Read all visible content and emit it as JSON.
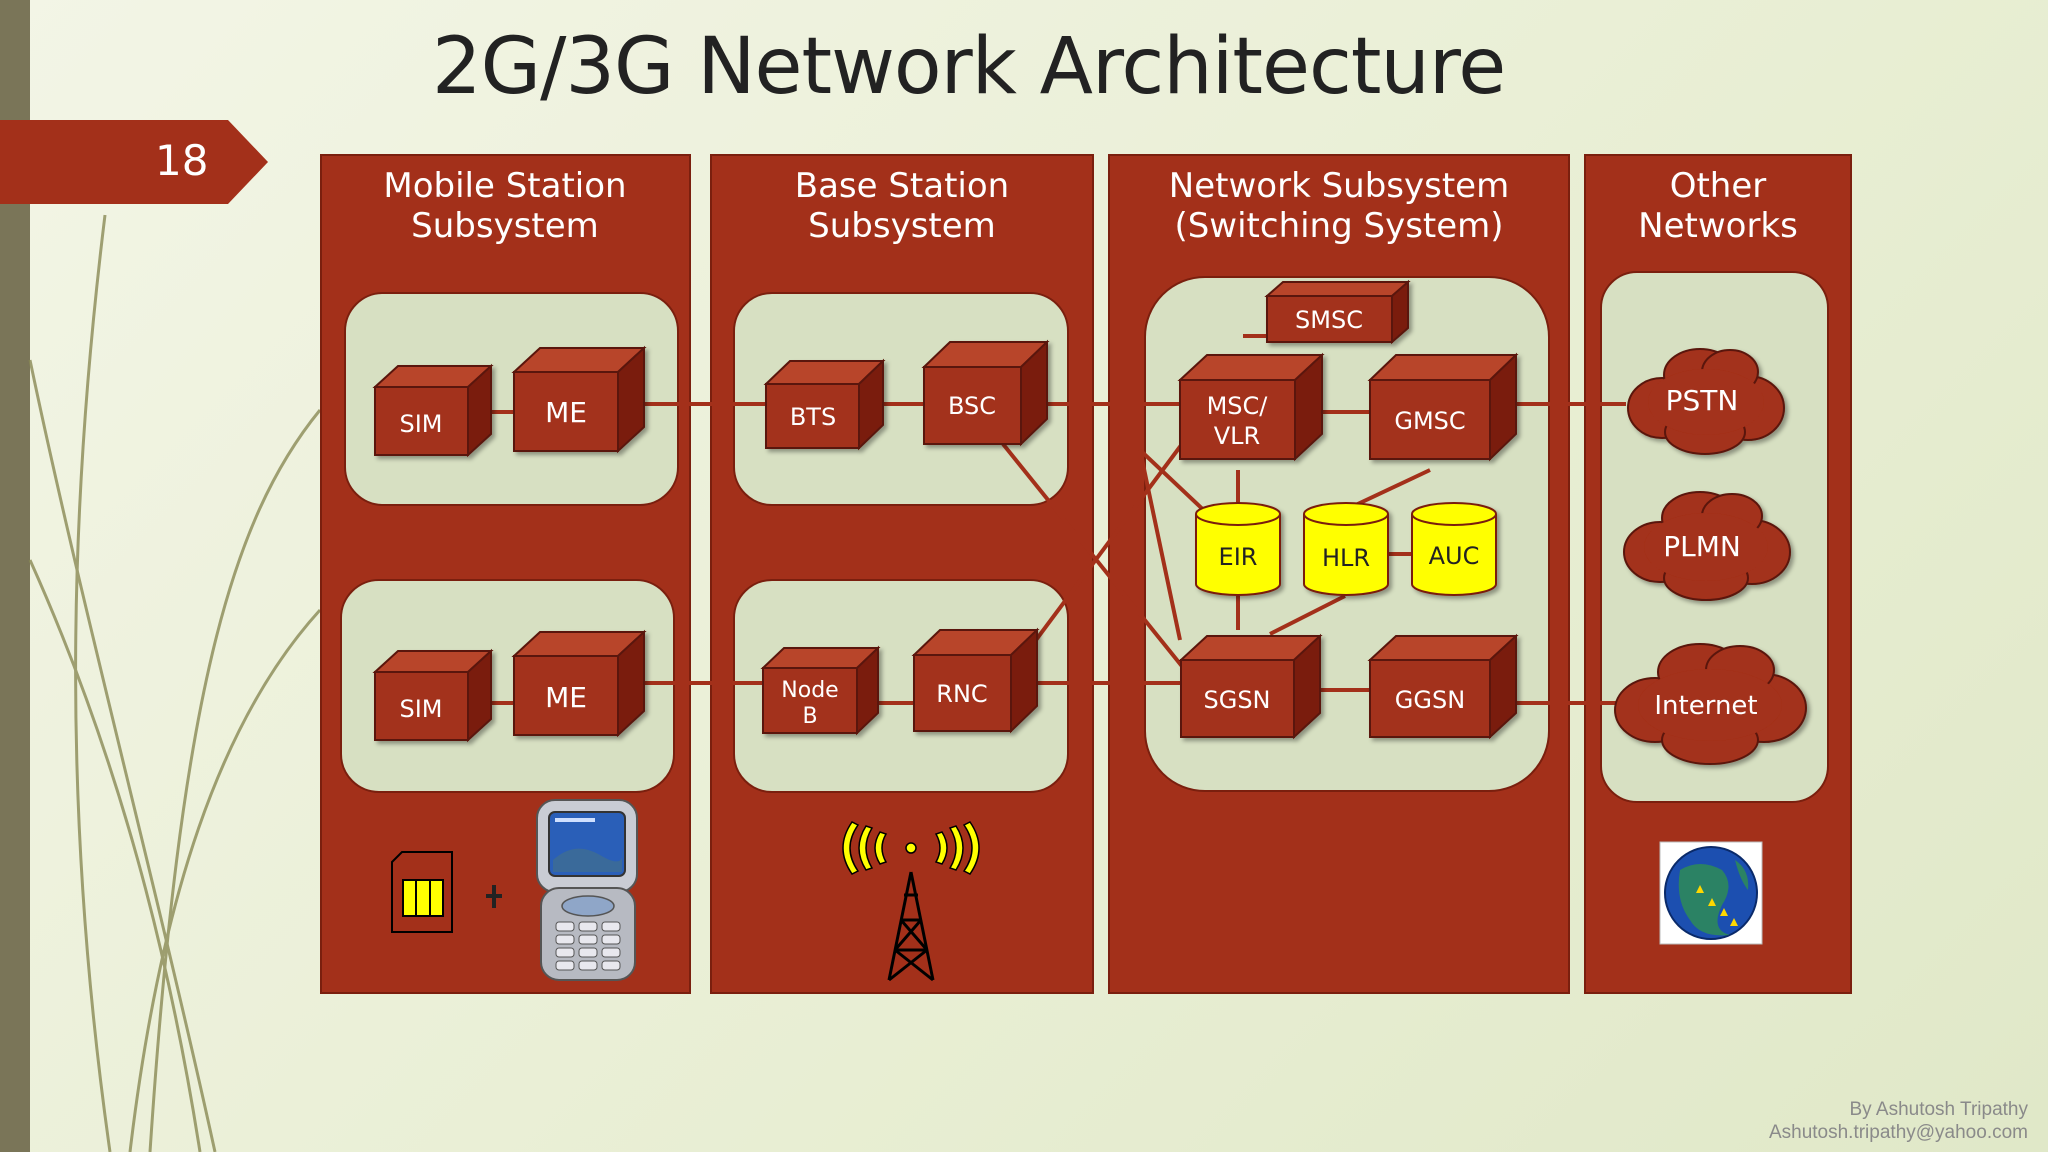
{
  "slide": {
    "number": "18",
    "title": "2G/3G Network Architecture",
    "footer_author": "By Ashutosh Tripathy",
    "footer_email": "Ashutosh.tripathy@yahoo.com"
  },
  "colors": {
    "panel": "#a3301a",
    "box_front": "#a3301a",
    "box_top": "#b8452c",
    "box_side": "#7a1f0e",
    "inner_panel": "#d7e0c2",
    "database": "#ffff00",
    "background": "#eef2dc"
  },
  "sections": {
    "mobile": {
      "title_line1": "Mobile Station",
      "title_line2": "Subsystem"
    },
    "base": {
      "title_line1": "Base Station",
      "title_line2": "Subsystem"
    },
    "network": {
      "title_line1": "Network Subsystem",
      "title_line2": "(Switching System)"
    },
    "other": {
      "title_line1": "Other",
      "title_line2": "Networks"
    }
  },
  "nodes": {
    "sim_top": "SIM",
    "me_top": "ME",
    "sim_bottom": "SIM",
    "me_bottom": "ME",
    "bts": "BTS",
    "bsc": "BSC",
    "nodeb_line1": "Node",
    "nodeb_line2": "B",
    "rnc": "RNC",
    "smsc": "SMSC",
    "msc_line1": "MSC/",
    "msc_line2": "VLR",
    "gmsc": "GMSC",
    "eir": "EIR",
    "hlr": "HLR",
    "auc": "AUC",
    "sgsn": "SGSN",
    "ggsn": "GGSN",
    "pstn": "PSTN",
    "plmn": "PLMN",
    "internet": "Internet"
  },
  "icons": {
    "sim_card": "sim-card-icon",
    "plus": "plus-icon",
    "phone": "mobile-phone-icon",
    "tower": "radio-tower-icon",
    "globe": "globe-icon"
  }
}
